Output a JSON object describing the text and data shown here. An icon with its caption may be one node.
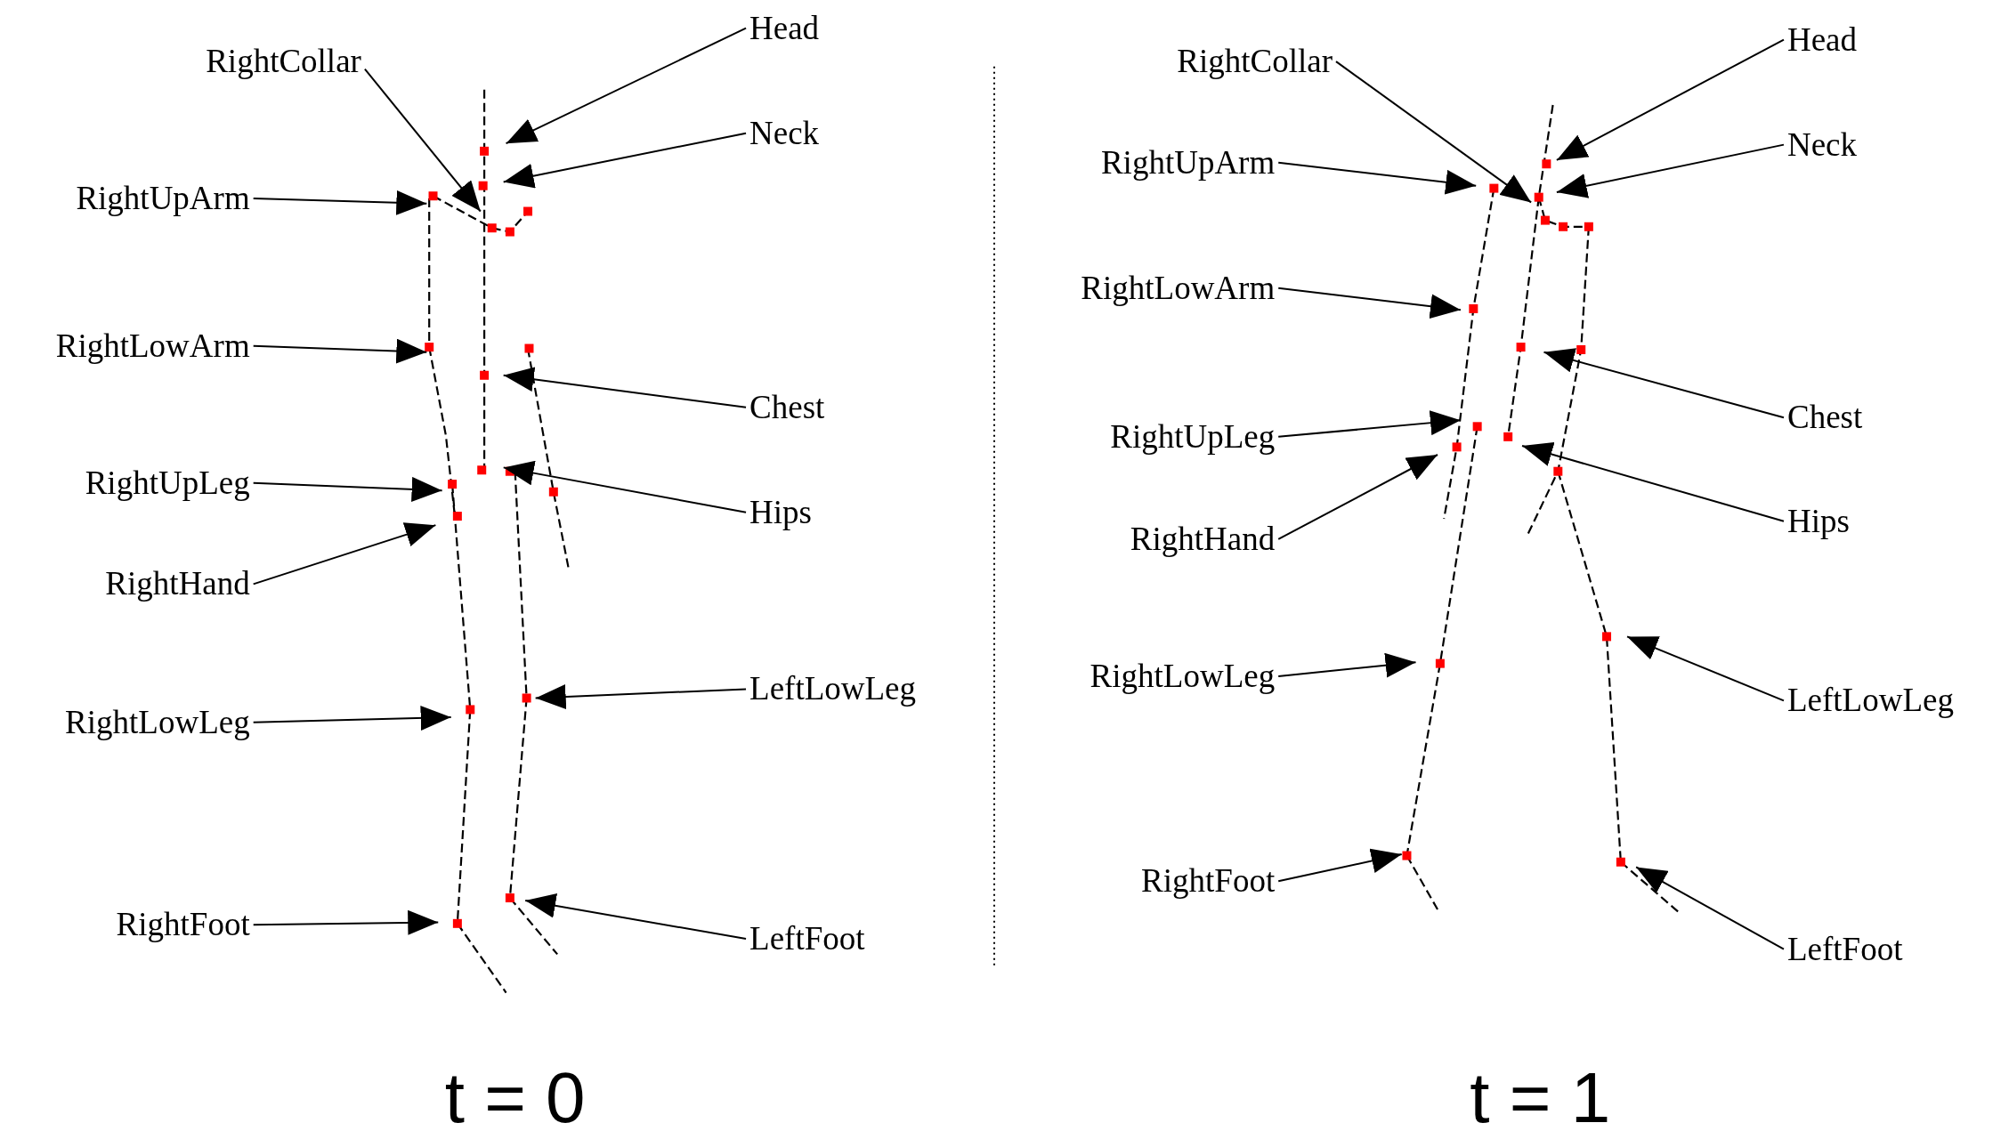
{
  "diagram": {
    "nodes": [
      {
        "text": [
          "Head"
        ]
      },
      {
        "text": [
          "RightCollar"
        ]
      },
      {
        "text": [
          "Neck"
        ]
      },
      {
        "text": [
          "RightUpArm"
        ]
      },
      {
        "text": [
          "RightLowArm"
        ]
      },
      {
        "text": [
          "Chest"
        ]
      },
      {
        "text": [
          "RightUpLeg"
        ]
      },
      {
        "text": [
          "Hips"
        ]
      },
      {
        "text": [
          "RightHand"
        ]
      },
      {
        "text": [
          "LeftLowLeg"
        ]
      },
      {
        "text": [
          "RightLowLeg"
        ]
      },
      {
        "text": [
          "RightFoot"
        ]
      },
      {
        "text": [
          "LeftFoot"
        ]
      },
      {
        "text": [
          "Head"
        ]
      },
      {
        "text": [
          "RightCollar"
        ]
      },
      {
        "text": [
          "Neck"
        ]
      },
      {
        "text": [
          "RightUpArm"
        ]
      },
      {
        "text": [
          "RightLowArm"
        ]
      },
      {
        "text": [
          "Chest"
        ]
      },
      {
        "text": [
          "RightUpLeg"
        ]
      },
      {
        "text": [
          "Hips"
        ]
      },
      {
        "text": [
          "RightHand"
        ]
      },
      {
        "text": [
          "RightLowLeg"
        ]
      },
      {
        "text": [
          "LeftLowLeg"
        ]
      },
      {
        "text": [
          "RightFoot"
        ]
      },
      {
        "text": [
          "LeftFoot"
        ]
      }
    ],
    "edges": [
      {
        "from": 0,
        "to": null,
        "arrow": "to"
      },
      {
        "from": 1,
        "to": null,
        "arrow": "to"
      },
      {
        "from": 2,
        "to": null,
        "arrow": "to"
      },
      {
        "from": 3,
        "to": null,
        "arrow": "to"
      },
      {
        "from": 4,
        "to": null,
        "arrow": "to"
      },
      {
        "from": 5,
        "to": null,
        "arrow": "to"
      },
      {
        "from": 6,
        "to": null,
        "arrow": "to"
      },
      {
        "from": 7,
        "to": null,
        "arrow": "to"
      },
      {
        "from": 8,
        "to": null,
        "arrow": "to"
      },
      {
        "from": 9,
        "to": null,
        "arrow": "to"
      },
      {
        "from": 10,
        "to": null,
        "arrow": "to"
      },
      {
        "from": 11,
        "to": null,
        "arrow": "to"
      },
      {
        "from": 12,
        "to": null,
        "arrow": "to"
      },
      {
        "from": 13,
        "to": null,
        "arrow": "to"
      },
      {
        "from": 14,
        "to": null,
        "arrow": "to"
      },
      {
        "from": 15,
        "to": null,
        "arrow": "to"
      },
      {
        "from": 16,
        "to": null,
        "arrow": "to"
      },
      {
        "from": 17,
        "to": null,
        "arrow": "to"
      },
      {
        "from": 18,
        "to": null,
        "arrow": "to"
      },
      {
        "from": 19,
        "to": null,
        "arrow": "to"
      },
      {
        "from": 20,
        "to": null,
        "arrow": "to"
      },
      {
        "from": 21,
        "to": null,
        "arrow": "to"
      },
      {
        "from": 22,
        "to": null,
        "arrow": "to"
      },
      {
        "from": 23,
        "to": null,
        "arrow": "to"
      },
      {
        "from": 24,
        "to": null,
        "arrow": "to"
      },
      {
        "from": 25,
        "to": null,
        "arrow": "to"
      }
    ],
    "labels": [
      "t = 0",
      "t = 1"
    ]
  }
}
